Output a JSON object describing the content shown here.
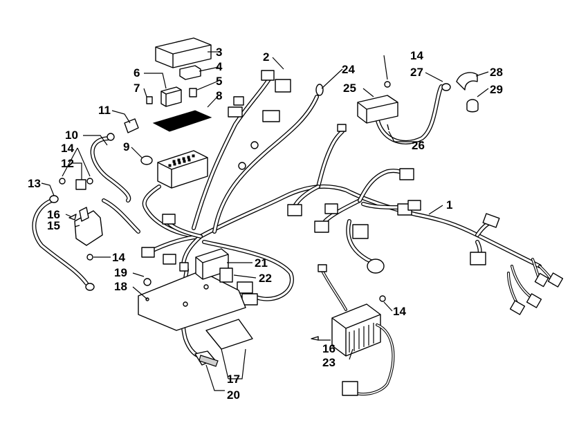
{
  "diagram": {
    "callouts": [
      {
        "id": "c1",
        "label": "1"
      },
      {
        "id": "c2",
        "label": "2"
      },
      {
        "id": "c3",
        "label": "3"
      },
      {
        "id": "c4",
        "label": "4"
      },
      {
        "id": "c5",
        "label": "5"
      },
      {
        "id": "c6",
        "label": "6"
      },
      {
        "id": "c7",
        "label": "7"
      },
      {
        "id": "c8",
        "label": "8"
      },
      {
        "id": "c9",
        "label": "9"
      },
      {
        "id": "c10",
        "label": "10"
      },
      {
        "id": "c11",
        "label": "11"
      },
      {
        "id": "c12",
        "label": "12"
      },
      {
        "id": "c13",
        "label": "13"
      },
      {
        "id": "c14a",
        "label": "14"
      },
      {
        "id": "c14b",
        "label": "14"
      },
      {
        "id": "c14c",
        "label": "14"
      },
      {
        "id": "c14d",
        "label": "14"
      },
      {
        "id": "c15",
        "label": "15"
      },
      {
        "id": "c16a",
        "label": "16"
      },
      {
        "id": "c16b",
        "label": "16"
      },
      {
        "id": "c17",
        "label": "17"
      },
      {
        "id": "c18",
        "label": "18"
      },
      {
        "id": "c19",
        "label": "19"
      },
      {
        "id": "c20",
        "label": "20"
      },
      {
        "id": "c21",
        "label": "21"
      },
      {
        "id": "c22",
        "label": "22"
      },
      {
        "id": "c23",
        "label": "23"
      },
      {
        "id": "c24",
        "label": "24"
      },
      {
        "id": "c25",
        "label": "25"
      },
      {
        "id": "c26",
        "label": "26"
      },
      {
        "id": "c27",
        "label": "27"
      },
      {
        "id": "c28",
        "label": "28"
      },
      {
        "id": "c29",
        "label": "29"
      }
    ]
  }
}
